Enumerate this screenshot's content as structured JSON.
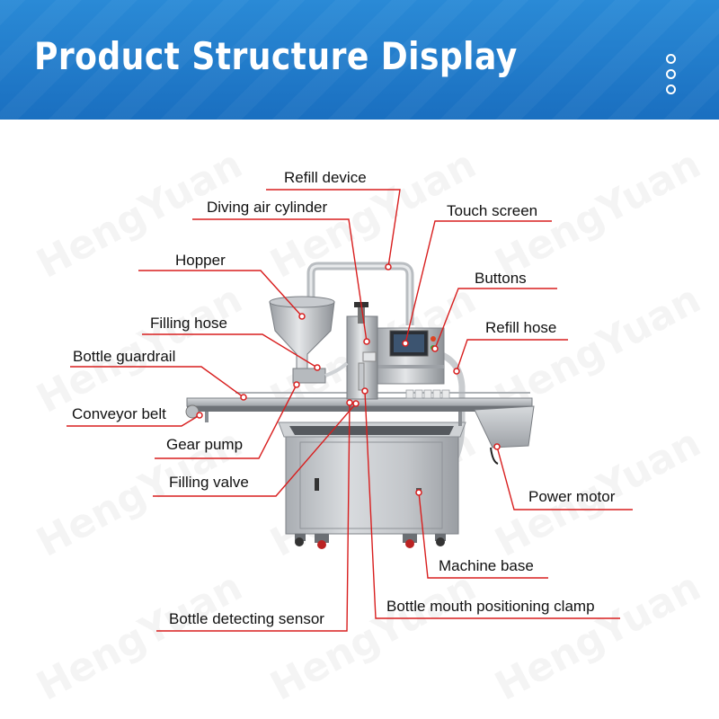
{
  "header": {
    "title": "Product Structure Display",
    "menu_icon": "vertical-dots-icon",
    "background_color": "#1f7ccd"
  },
  "watermark": "HengYuan",
  "leader_color": "#d81e1e",
  "labels": {
    "refill_device": "Refill device",
    "diving_air_cylinder": "Diving air cylinder",
    "touch_screen": "Touch screen",
    "hopper": "Hopper",
    "buttons": "Buttons",
    "filling_hose": "Filling hose",
    "refill_hose": "Refill hose",
    "bottle_guardrail": "Bottle guardrail",
    "conveyor_belt": "Conveyor belt",
    "gear_pump": "Gear pump",
    "filling_valve": "Filling valve",
    "power_motor": "Power motor",
    "machine_base": "Machine base",
    "bottle_mouth_positioning_clamp": "Bottle mouth positioning clamp",
    "bottle_detecting_sensor": "Bottle detecting sensor"
  }
}
